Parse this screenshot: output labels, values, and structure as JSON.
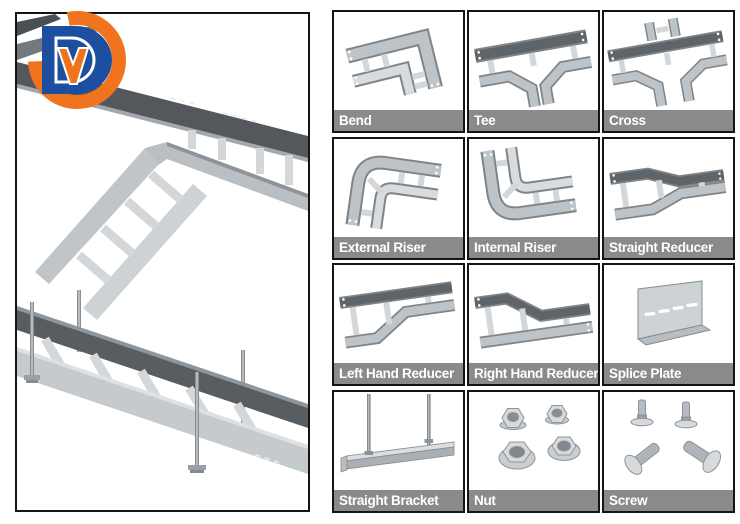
{
  "page": {
    "background": "#ffffff"
  },
  "brand": {
    "logo_name": "DY monogram logo",
    "blue": "#1d4fa1",
    "orange": "#f1731d"
  },
  "hero": {
    "top_image": "cable-ladder-corner-assembly-render",
    "bottom_image": "suspended-cable-ladder-with-hanger-rods-render"
  },
  "grid": {
    "label_bg": "#8a8a8a",
    "label_text_color": "#ffffff",
    "cell_border": "#141414",
    "items": [
      {
        "label": "Bend",
        "icon": "bend-fitting-icon"
      },
      {
        "label": "Tee",
        "icon": "tee-fitting-icon"
      },
      {
        "label": "Cross",
        "icon": "cross-fitting-icon"
      },
      {
        "label": "External Riser",
        "icon": "external-riser-icon"
      },
      {
        "label": "Internal Riser",
        "icon": "internal-riser-icon"
      },
      {
        "label": "Straight Reducer",
        "icon": "straight-reducer-icon"
      },
      {
        "label": "Left Hand Reducer",
        "icon": "left-hand-reducer-icon"
      },
      {
        "label": "Right Hand Reducer",
        "icon": "right-hand-reducer-icon"
      },
      {
        "label": "Splice Plate",
        "icon": "splice-plate-icon"
      },
      {
        "label": "Straight Bracket",
        "icon": "straight-bracket-icon"
      },
      {
        "label": "Nut",
        "icon": "nut-icon"
      },
      {
        "label": "Screw",
        "icon": "screw-icon"
      }
    ]
  }
}
